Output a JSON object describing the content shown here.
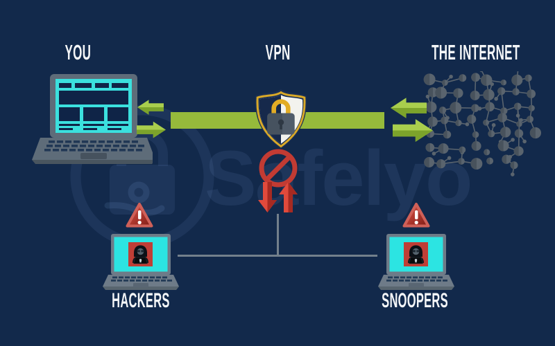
{
  "labels": {
    "you": "YOU",
    "vpn": "VPN",
    "internet": "THE INTERNET",
    "hackers": "HACKERS",
    "snoopers": "SNOOPERS"
  },
  "watermark": {
    "brand": "Safelyo"
  },
  "icons": {
    "you_device": "laptop-icon",
    "vpn": "shield-lock-icon",
    "blocked": "no-entry-icon",
    "threat": "warning-triangle-icon",
    "attacker": "hacker-icon",
    "internet": "network-mesh-icon",
    "traffic_green": [
      "arrow-left-icon",
      "arrow-right-icon"
    ],
    "traffic_blocked": [
      "arrow-down-icon",
      "arrow-up-icon"
    ]
  },
  "colors": {
    "background": "#12294b",
    "accent_green": "#96ba3b",
    "accent_green_light": "#a9ce4d",
    "accent_green_dark": "#7ca32b",
    "danger_red": "#c23b33",
    "arrow_red_light": "#e14a3c",
    "arrow_red_dark": "#a62a22",
    "screen_cyan": "#35e2e0",
    "laptop_gray": "#5e6c79",
    "shield_gold": "#d9a928",
    "shield_white": "#f3f3ee",
    "wire_navy": "#0f2447",
    "connector_gray": "#73808c",
    "label_white": "#f4f6f8",
    "watermark_tint": "rgba(140,180,240,0.10)"
  },
  "mesh": {
    "seed": 13,
    "cols": 8,
    "rows": 7
  }
}
